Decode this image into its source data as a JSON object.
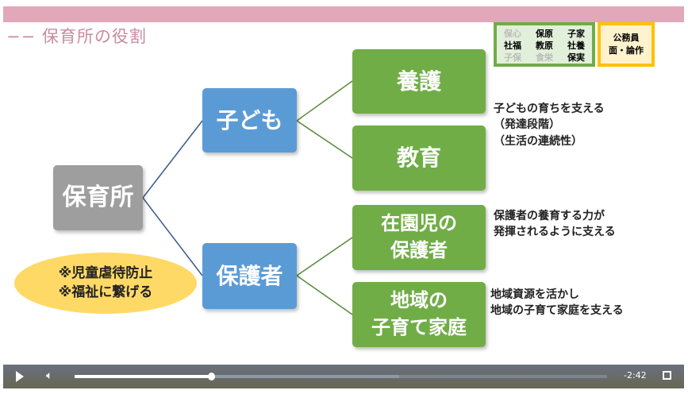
{
  "slide": {
    "title": "−− 保育所の役割",
    "root": "保育所",
    "branches": {
      "child": "子ども",
      "guardian": "保護者"
    },
    "leaves": {
      "care": "養護",
      "education": "教育",
      "enrolled_guardians": "在園児の\n保護者",
      "community": "地域の\n子育て家庭"
    },
    "notes": {
      "child": "子どもの育ちを支える\n（発達段階）\n（生活の連続性）",
      "enrolled": "保護者の養育する力が\n発揮されるように支える",
      "community": "地域資源を活かし\n地域の子育て家庭を支える"
    },
    "ellipse": {
      "line1": "※児童虐待防止",
      "line2": "※福祉に繋げる"
    },
    "legend_green": [
      "保心",
      "保原",
      "子家",
      "社福",
      "教原",
      "社養",
      "子保",
      "食栄",
      "保実"
    ],
    "legend_yellow": {
      "line1": "公務員",
      "line2": "面・論作"
    }
  },
  "player": {
    "time_remaining": "-2:42",
    "progress_percent": 25.6,
    "buffered_percent": 61,
    "icons": [
      "play-icon",
      "volume-icon",
      "fullscreen-icon"
    ]
  }
}
